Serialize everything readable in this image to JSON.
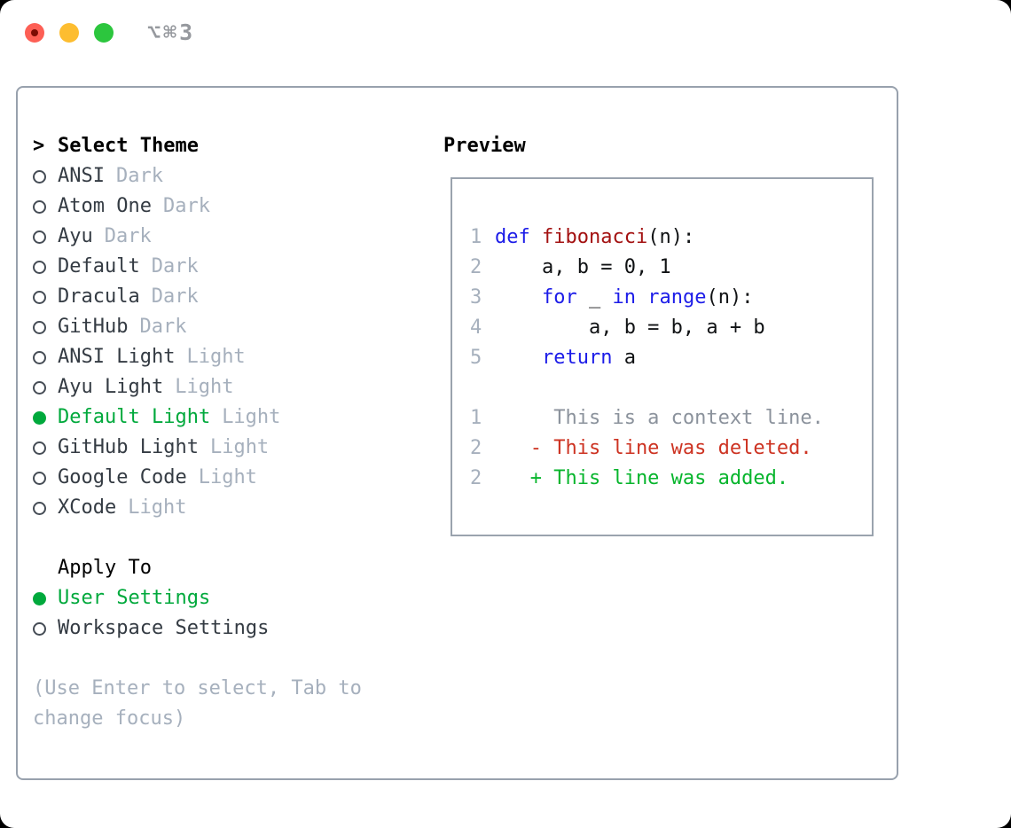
{
  "titlebar": {
    "title": "⌥⌘3"
  },
  "theme_picker": {
    "focus_marker": ">",
    "heading": "Select Theme",
    "items": [
      {
        "name": "ANSI",
        "variant": "Dark",
        "selected": false
      },
      {
        "name": "Atom One",
        "variant": "Dark",
        "selected": false
      },
      {
        "name": "Ayu",
        "variant": "Dark",
        "selected": false
      },
      {
        "name": "Default",
        "variant": "Dark",
        "selected": false
      },
      {
        "name": "Dracula",
        "variant": "Dark",
        "selected": false
      },
      {
        "name": "GitHub",
        "variant": "Dark",
        "selected": false
      },
      {
        "name": "ANSI Light",
        "variant": "Light",
        "selected": false
      },
      {
        "name": "Ayu Light",
        "variant": "Light",
        "selected": false
      },
      {
        "name": "Default Light",
        "variant": "Light",
        "selected": true
      },
      {
        "name": "GitHub Light",
        "variant": "Light",
        "selected": false
      },
      {
        "name": "Google Code",
        "variant": "Light",
        "selected": false
      },
      {
        "name": "XCode",
        "variant": "Light",
        "selected": false
      }
    ],
    "apply_to": {
      "heading": "Apply To",
      "options": [
        {
          "name": "User Settings",
          "selected": true
        },
        {
          "name": "Workspace Settings",
          "selected": false
        }
      ]
    },
    "hint": {
      "line1": "(Use Enter to select, Tab to",
      "line2": "change focus)"
    }
  },
  "preview": {
    "heading": "Preview",
    "code_lines": [
      {
        "num": "1",
        "segments": [
          {
            "text": "def",
            "style": "keyword"
          },
          {
            "text": " ",
            "style": "plain"
          },
          {
            "text": "fibonacci",
            "style": "function"
          },
          {
            "text": "(n):",
            "style": "plain"
          }
        ]
      },
      {
        "num": "2",
        "segments": [
          {
            "text": "    a, b = 0, 1",
            "style": "plain"
          }
        ]
      },
      {
        "num": "3",
        "segments": [
          {
            "text": "    ",
            "style": "plain"
          },
          {
            "text": "for",
            "style": "keyword"
          },
          {
            "text": " _ ",
            "style": "plain"
          },
          {
            "text": "in",
            "style": "keyword"
          },
          {
            "text": " ",
            "style": "plain"
          },
          {
            "text": "range",
            "style": "keyword"
          },
          {
            "text": "(n):",
            "style": "plain"
          }
        ]
      },
      {
        "num": "4",
        "segments": [
          {
            "text": "        a, b = b, a + b",
            "style": "plain"
          }
        ]
      },
      {
        "num": "5",
        "segments": [
          {
            "text": "    ",
            "style": "plain"
          },
          {
            "text": "return",
            "style": "keyword"
          },
          {
            "text": " a",
            "style": "plain"
          }
        ]
      }
    ],
    "diff_lines": [
      {
        "num": "1",
        "text": "     This is a context line.",
        "style": "context"
      },
      {
        "num": "2",
        "text": "   - This line was deleted.",
        "style": "deleted"
      },
      {
        "num": "2",
        "text": "   + This line was added.",
        "style": "added"
      }
    ]
  },
  "colors": {
    "selection_green": "#00a93c",
    "keyword_blue": "#1c1ce8",
    "function_red": "#a31111",
    "diff_deleted_red": "#cd3322",
    "diff_added_green": "#06b52c",
    "muted_gray": "#a6b0bd",
    "context_gray": "#8b929c",
    "panel_border": "#98a1ad",
    "traffic_red": "#fd5f55",
    "traffic_yellow": "#fdbd30",
    "traffic_green": "#2cc63e"
  }
}
